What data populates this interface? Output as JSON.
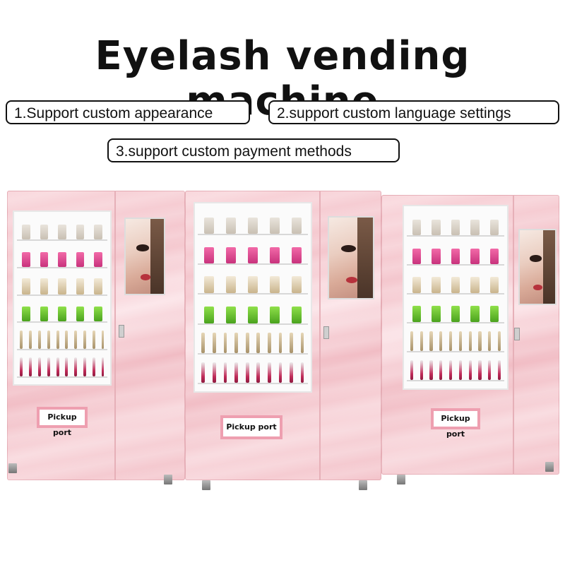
{
  "header": {
    "title": "Eyelash vending machine"
  },
  "features": [
    "1.Support custom appearance",
    "2.support custom language settings",
    "3.support custom payment methods"
  ],
  "machines": [
    {
      "pickup_label": "Pickup port"
    },
    {
      "pickup_label": "Pickup port"
    },
    {
      "pickup_label": "Pickup port"
    }
  ],
  "colors": {
    "cabinet_pink": "#f4c6cd",
    "pickup_border": "#ee9fb0",
    "text": "#111111"
  }
}
